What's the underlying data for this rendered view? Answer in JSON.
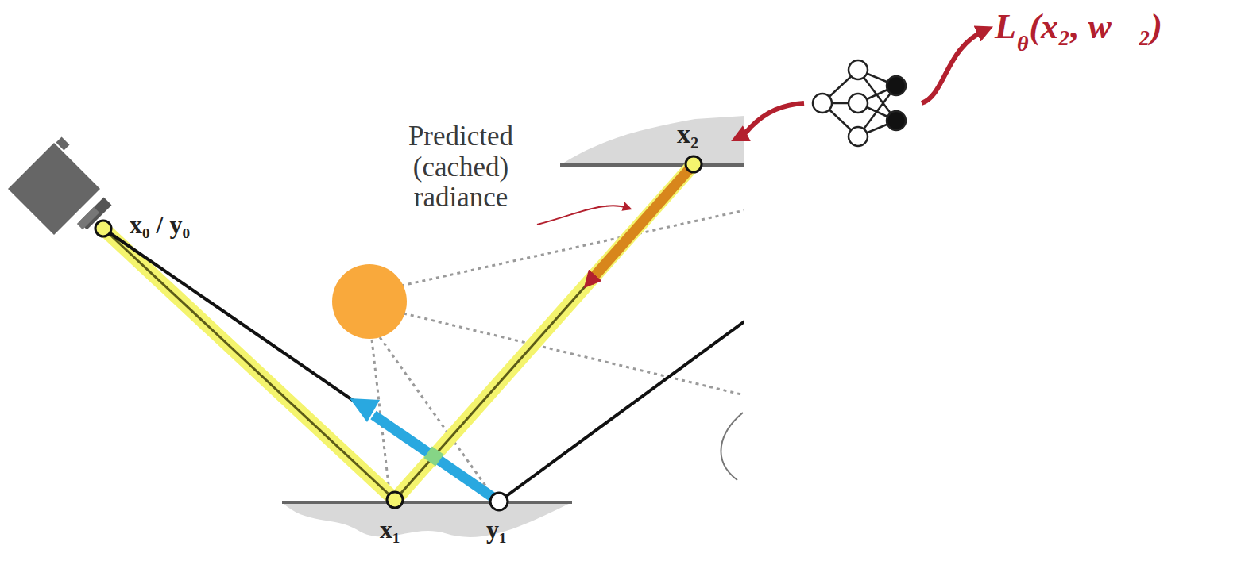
{
  "diagram": {
    "labels": [
      "Predicted (cached) radiance",
      "x₂",
      "x₀ / y₀",
      "x₁",
      "y₁",
      "L",
      "θ",
      "(x₂, w⃗₂)"
    ]
  }
}
